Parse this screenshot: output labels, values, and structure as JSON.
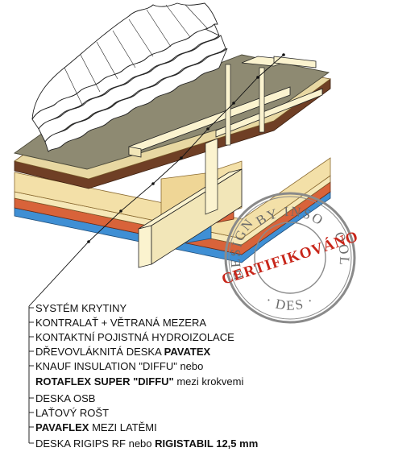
{
  "labels": [
    {
      "t1": "SYSTÉM KRYTINY",
      "t2": "",
      "t3": ""
    },
    {
      "t1": "KONTRALAŤ + VĚTRANÁ MEZERA",
      "t2": "",
      "t3": ""
    },
    {
      "t1": "KONTAKTNÍ POJISTNÁ HYDROIZOLACE",
      "t2": "",
      "t3": ""
    },
    {
      "t1": "DŘEVOVLÁKNITÁ DESKA ",
      "t2": "PAVATEX",
      "t3": ""
    },
    {
      "t1": "KNAUF INSULATION \"DIFFU\"",
      "t2": " nebo",
      "t3": ""
    },
    {
      "t1": "ROTAFLEX SUPER \"DIFFU\"",
      "t2": " mezi krokvemi",
      "t3": ""
    },
    {
      "t1": "DESKA OSB",
      "t2": "",
      "t3": ""
    },
    {
      "t1": "LAŤOVÝ ROŠT",
      "t2": "",
      "t3": ""
    },
    {
      "t1": "PAVAFLEX",
      "t2": " MEZI LATĚMI",
      "t3": ""
    },
    {
      "t1": "DESKA RIGIPS RF",
      "t2": " nebo ",
      "t3": "RIGISTABIL 12,5 mm"
    }
  ],
  "stamp": {
    "top": "BY INSO",
    "right": "OOL",
    "left": "DESIGN",
    "bottom": "· DES ·",
    "center": "CERTIFIKOVÁNO"
  },
  "colors": {
    "tiles": "#ffffff",
    "membrane": "#8e8a72",
    "pavatex": "#e8d8a2",
    "pavatex_edge": "#6f3f25",
    "insulation": "#f3e0a8",
    "osb": "#d8633a",
    "rigips": "#3f8fd4",
    "timber": "#fbf3cf",
    "stamp_red": "#c8261a",
    "stamp_grey": "#6b6b6b"
  }
}
